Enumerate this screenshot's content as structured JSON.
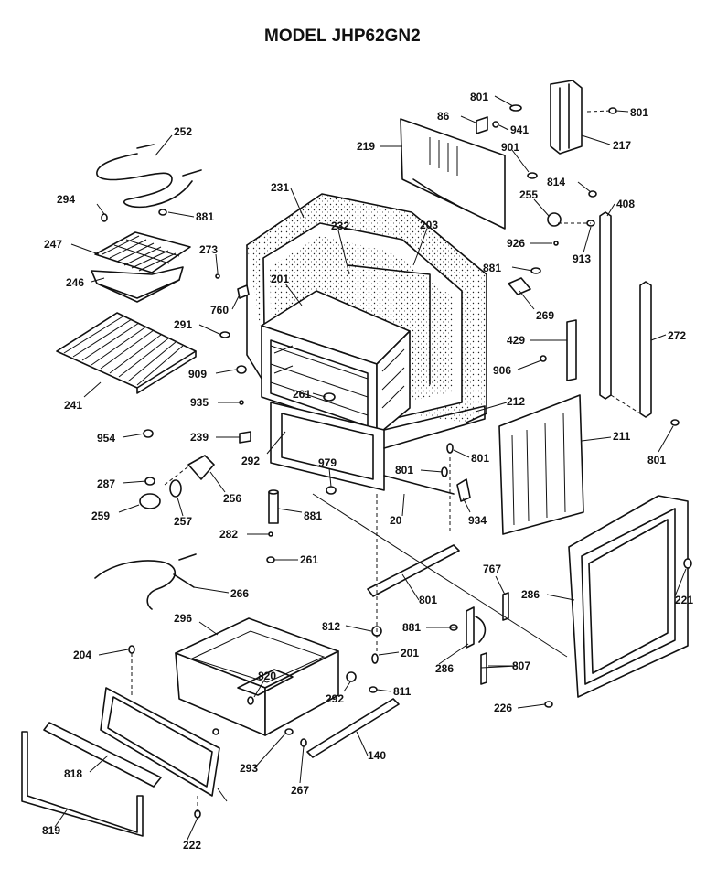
{
  "title": "MODEL JHP62GN2",
  "labels": [
    "801",
    "86",
    "941",
    "801",
    "217",
    "219",
    "901",
    "814",
    "408",
    "252",
    "294",
    "881",
    "231",
    "232",
    "203",
    "255",
    "926",
    "913",
    "247",
    "273",
    "881",
    "246",
    "760",
    "201",
    "269",
    "291",
    "429",
    "272",
    "909",
    "241",
    "906",
    "935",
    "261",
    "212",
    "954",
    "239",
    "801",
    "211",
    "801",
    "292",
    "979",
    "801",
    "256",
    "259",
    "257",
    "287",
    "20",
    "934",
    "282",
    "881",
    "261",
    "266",
    "801",
    "221",
    "286",
    "767",
    "204",
    "296",
    "812",
    "881",
    "201",
    "286",
    "820",
    "292",
    "811",
    "807",
    "226",
    "818",
    "293",
    "267",
    "140",
    "819",
    "222"
  ]
}
